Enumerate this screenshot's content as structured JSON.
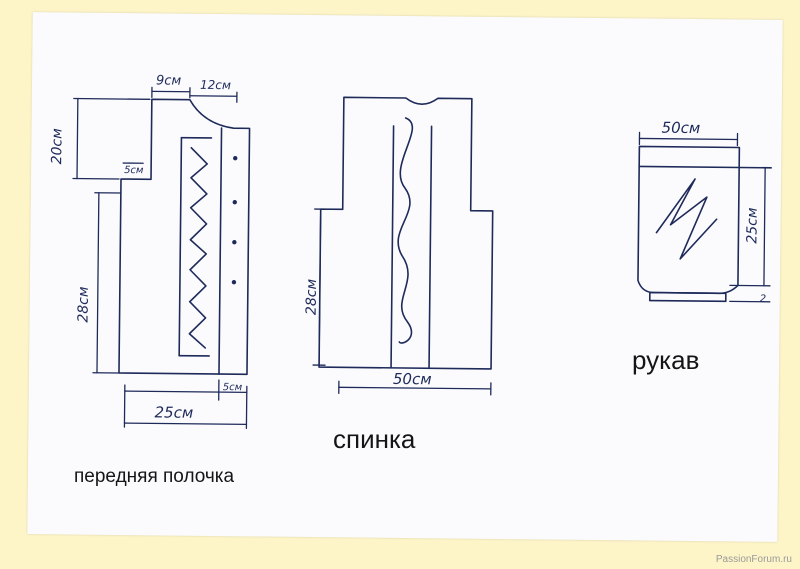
{
  "front": {
    "name": "передняя полочка",
    "dims": {
      "top": "9см",
      "neck": "12см",
      "shoulder_height": "20см",
      "step": "5см",
      "height": "28см",
      "band": "5см",
      "width": "25см"
    }
  },
  "back": {
    "name": "спинка",
    "dims": {
      "height": "28см",
      "width": "50см"
    }
  },
  "sleeve": {
    "name": "рукав",
    "dims": {
      "width": "50см",
      "height": "25см",
      "cuff": "2"
    }
  },
  "watermark": "PassionForum.ru",
  "colors": {
    "ink": "#1e2a5a",
    "paper": "#fbfbfd",
    "background": "#fdf5c8"
  }
}
